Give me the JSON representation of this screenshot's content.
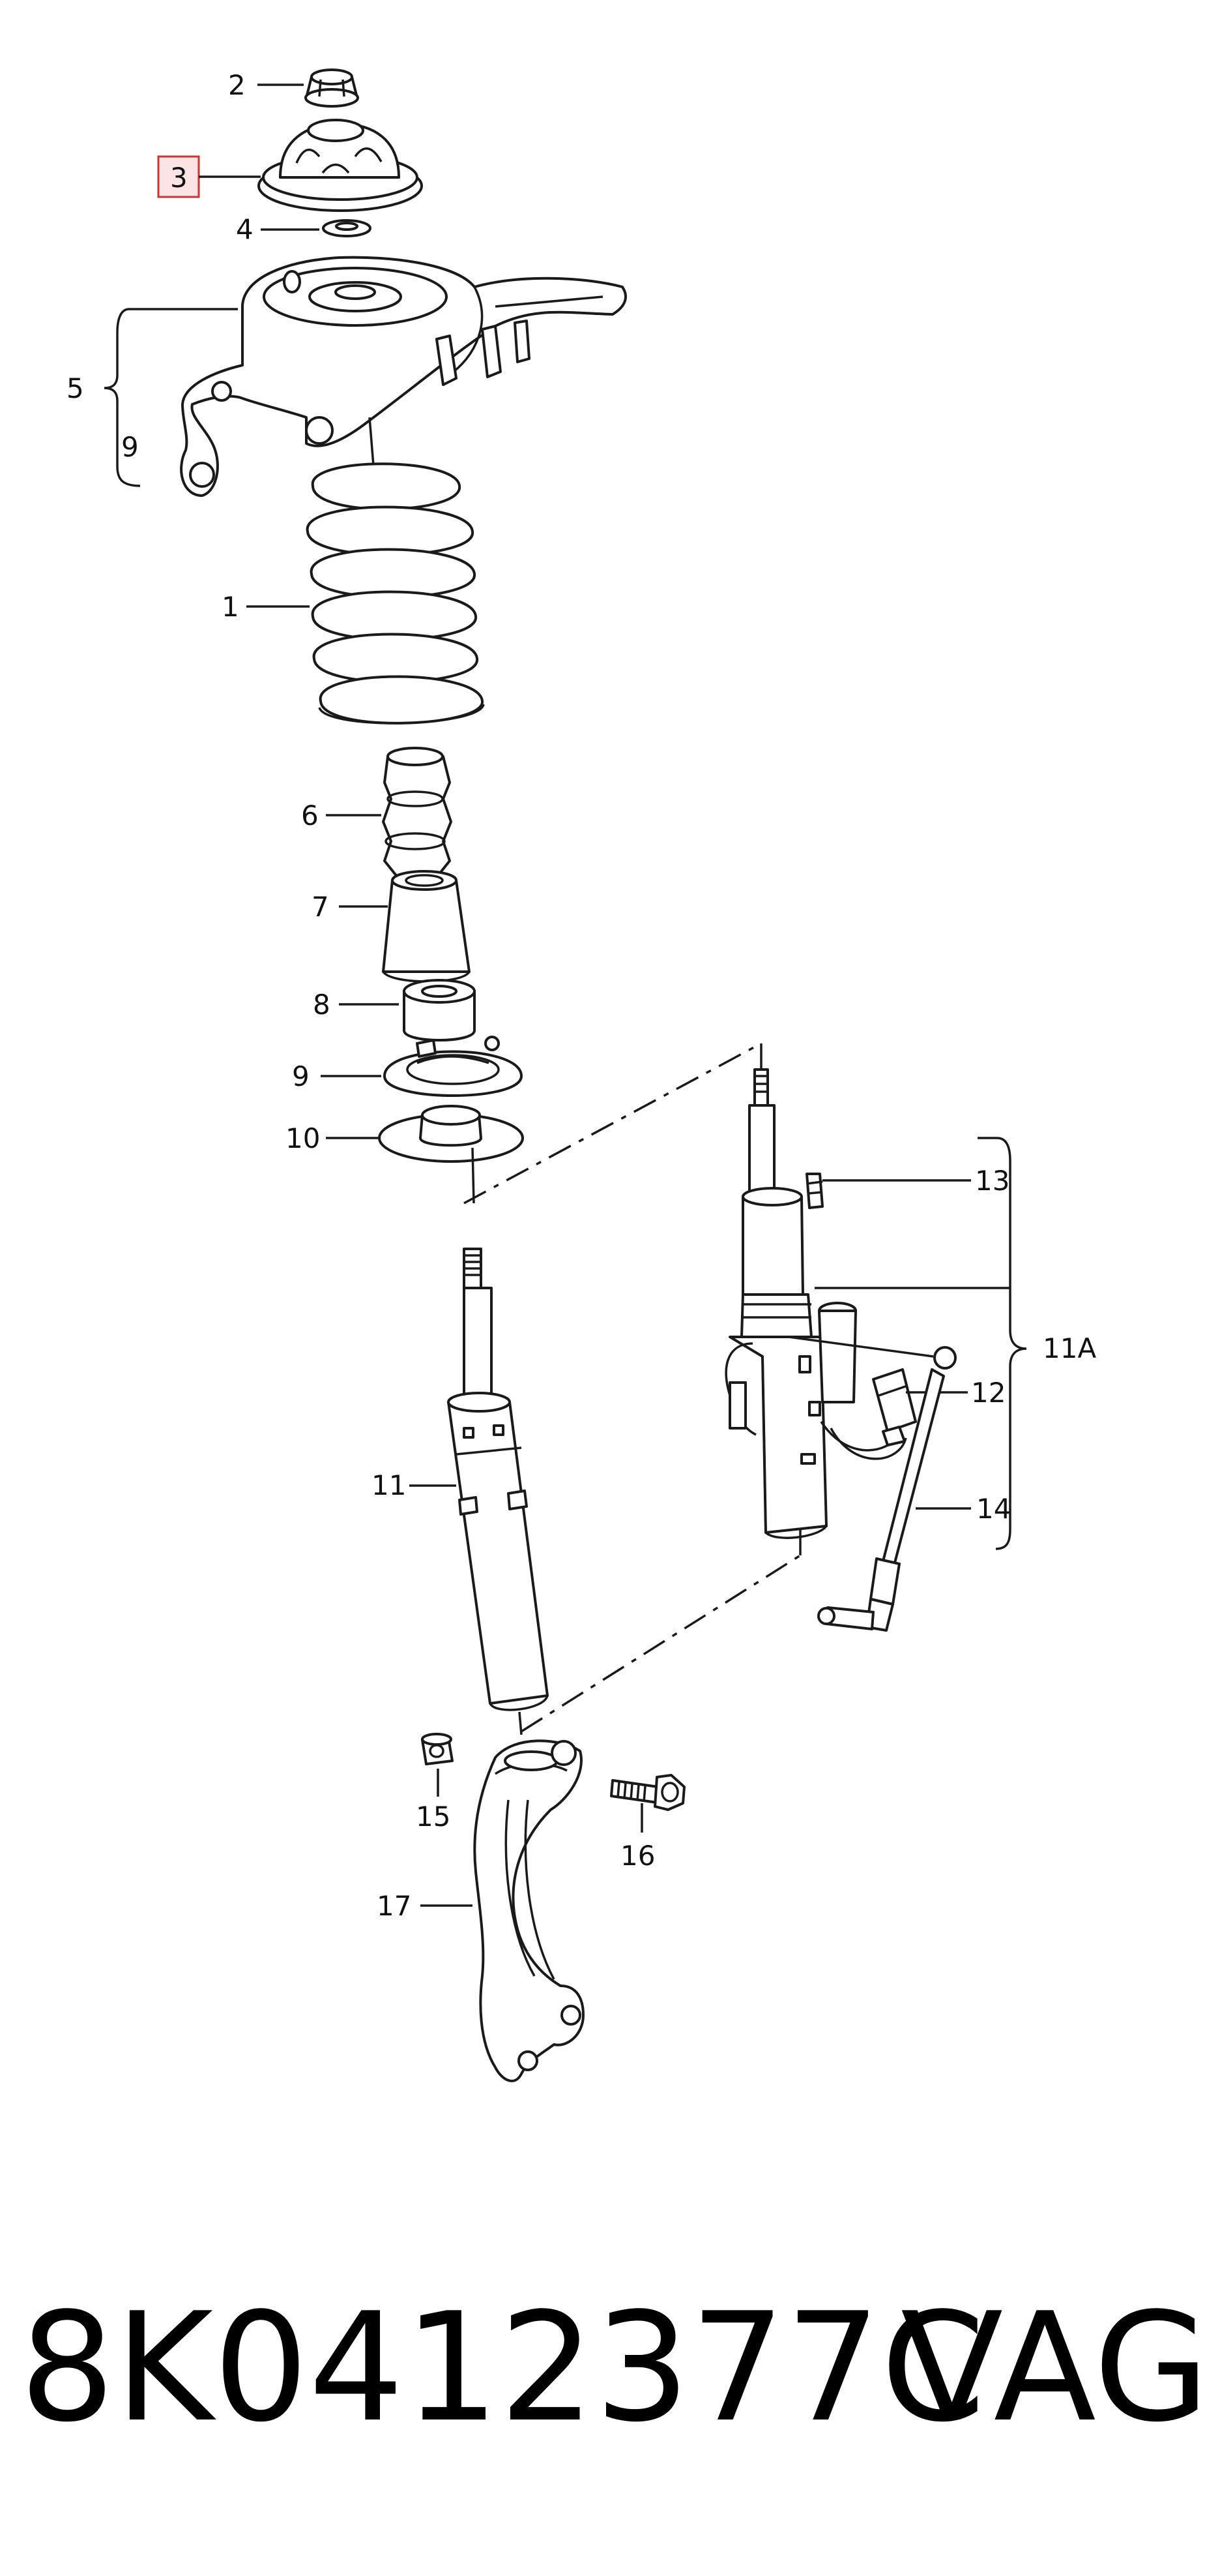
{
  "labels": {
    "l1": "1",
    "l2": "2",
    "l3": "3",
    "l4": "4",
    "l5": "5",
    "l5sub": "9",
    "l6": "6",
    "l7": "7",
    "l8": "8",
    "l9": "9",
    "l10": "10",
    "l11": "11",
    "l11a": "11A",
    "l12": "12",
    "l13": "13",
    "l14": "14",
    "l15": "15",
    "l16": "16",
    "l17": "17"
  },
  "footer": {
    "part_number": "8K0412377C",
    "brand": "VAG"
  },
  "colors": {
    "ink": "#1a1a1a",
    "highlight_border": "#cc3333",
    "highlight_fill": "#fde4e4"
  }
}
